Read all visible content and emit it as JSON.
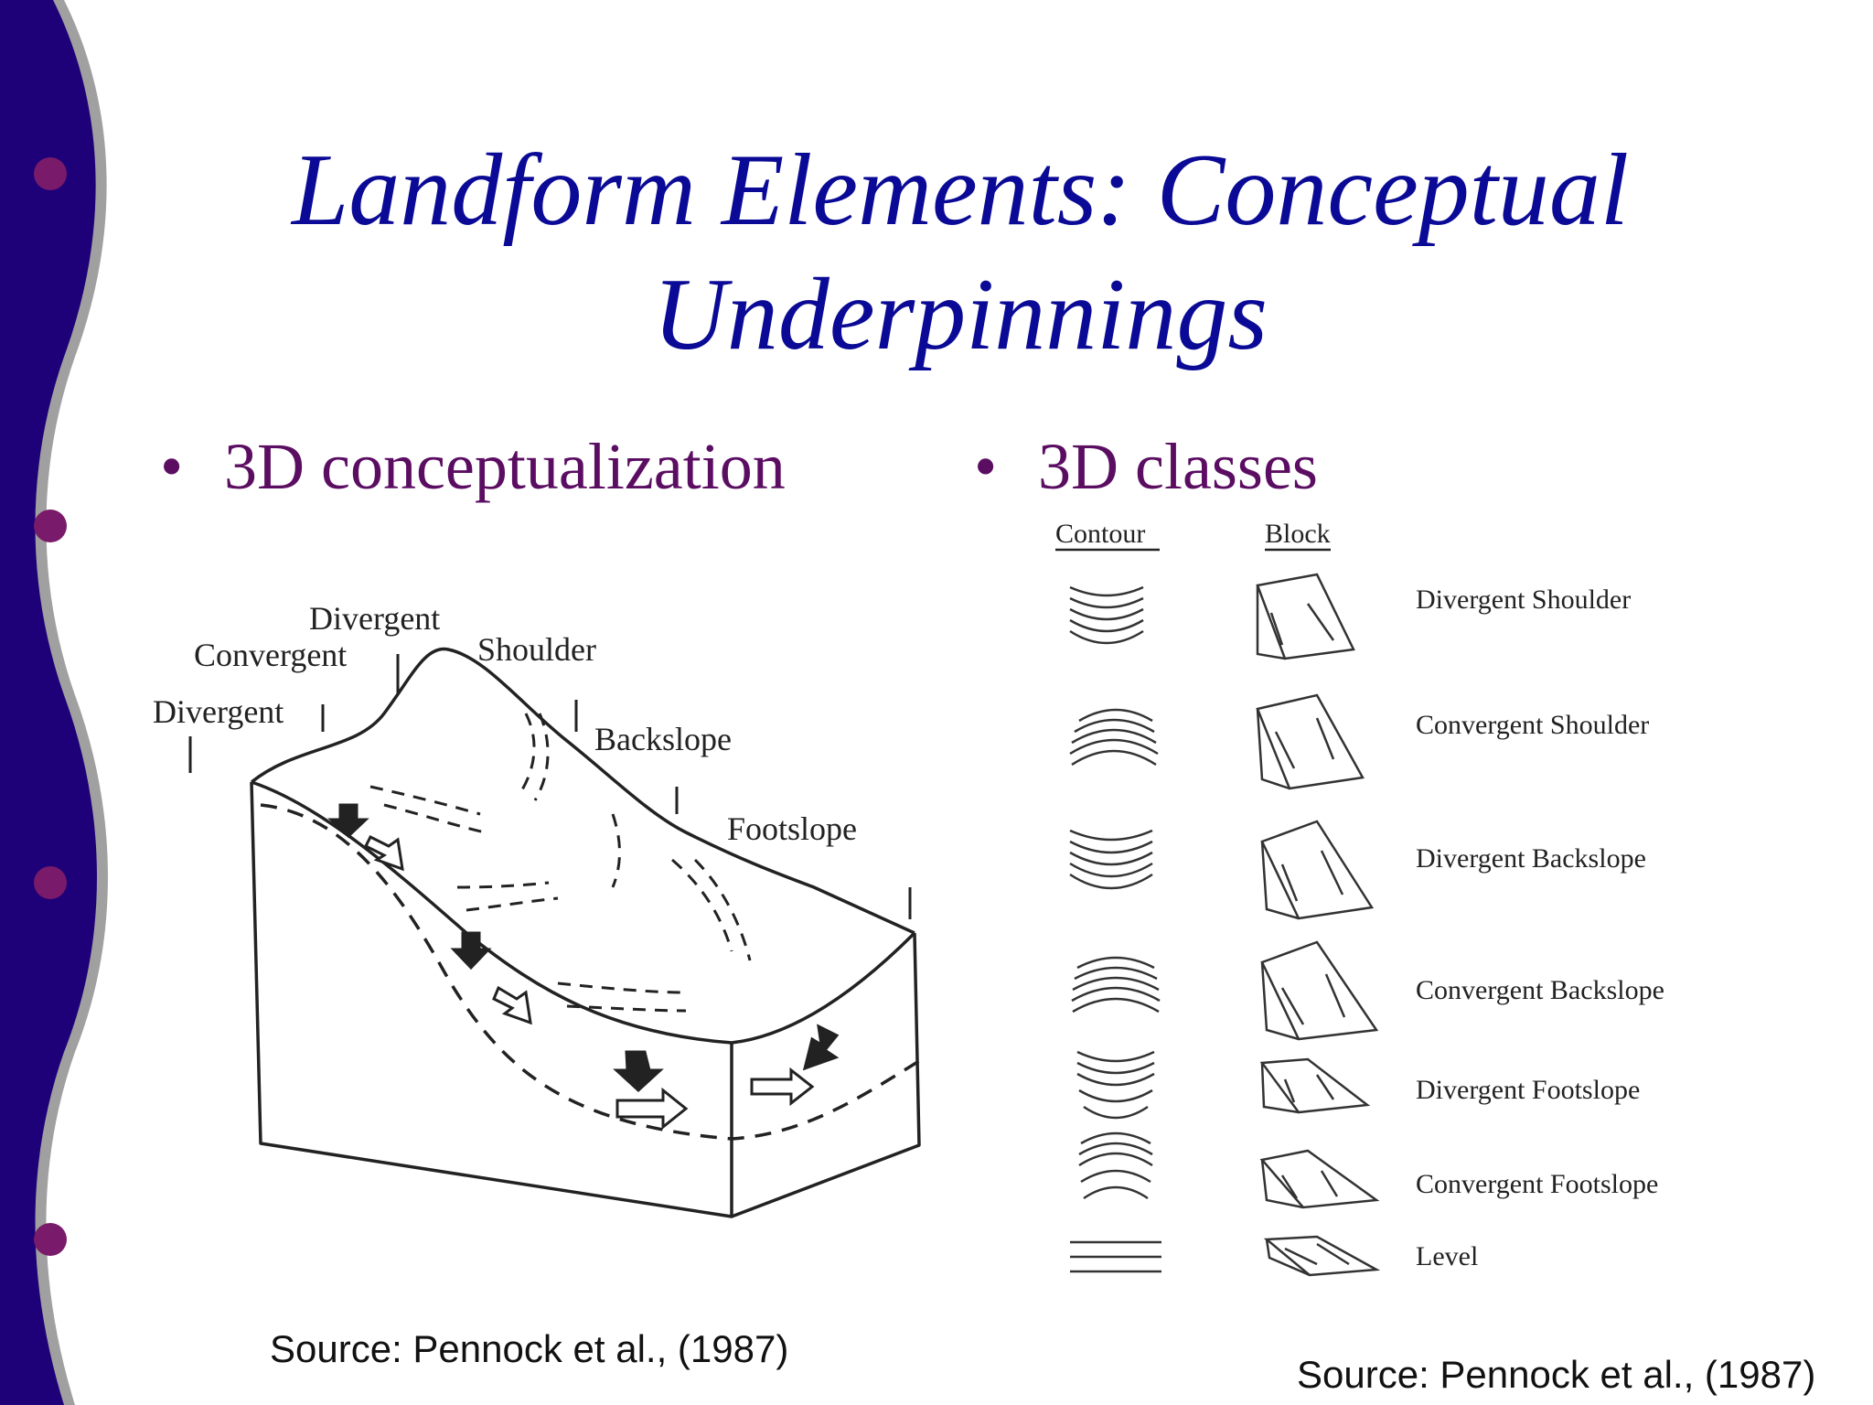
{
  "slide": {
    "title_line1": "Landform Elements: Conceptual",
    "title_line2": "Underpinnings",
    "bullet_glyph": "•",
    "bullet_left": "3D conceptualization",
    "bullet_right": "3D classes",
    "colors": {
      "title": "#0a0a96",
      "bullet_text": "#5b0d62",
      "sidebar": "#1e0078",
      "sidebar_shadow": "#a0a0a0",
      "sidebar_dot": "#7a1a6a"
    }
  },
  "left_diagram": {
    "labels": {
      "divergent_top": "Divergent",
      "convergent": "Convergent",
      "shoulder": "Shoulder",
      "divergent_left": "Divergent",
      "backslope": "Backslope",
      "footslope": "Footslope"
    },
    "source": "Source: Pennock et al., (1987)"
  },
  "right_diagram": {
    "header_contour": "Contour",
    "header_block": "Block",
    "classes": [
      "Divergent Shoulder",
      "Convergent Shoulder",
      "Divergent Backslope",
      "Convergent Backslope",
      "Divergent Footslope",
      "Convergent Footslope",
      "Level"
    ],
    "source": "Source: Pennock et al., (1987)"
  }
}
